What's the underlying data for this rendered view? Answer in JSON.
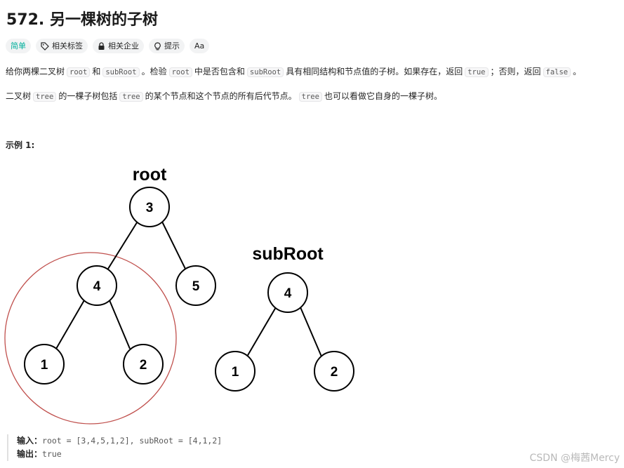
{
  "problem": {
    "title": "572. 另一棵树的子树"
  },
  "tags": {
    "difficulty": "简单",
    "related_tags": "相关标签",
    "related_companies": "相关企业",
    "hint": "提示",
    "font": "Aa"
  },
  "description": {
    "p1": {
      "t1": "给你两棵二叉树",
      "c1": "root",
      "t2": "和",
      "c2": "subRoot",
      "t3": "。检验",
      "c3": "root",
      "t4": "中是否包含和",
      "c4": "subRoot",
      "t5": "具有相同结构和节点值的子树。如果存在，返回",
      "c5": "true",
      "t6": "；否则，返回",
      "c6": "false",
      "t7": "。"
    },
    "p2": {
      "t1": "二叉树",
      "c1": "tree",
      "t2": "的一棵子树包括",
      "c2": "tree",
      "t3": "的某个节点和这个节点的所有后代节点。",
      "c3": "tree",
      "t4": "也可以看做它自身的一棵子树。"
    }
  },
  "example": {
    "title": "示例 1:",
    "figure": {
      "root_title": "root",
      "subroot_title": "subRoot",
      "root_nodes": [
        "3",
        "4",
        "5",
        "1",
        "2"
      ],
      "subroot_nodes": [
        "4",
        "1",
        "2"
      ],
      "highlight_color": "#c0504d"
    },
    "input_label": "输入：",
    "input_value": "root = [3,4,5,1,2], subRoot = [4,1,2]",
    "output_label": "输出：",
    "output_value": "true"
  },
  "watermark": "CSDN @梅茜Mercy",
  "colors": {
    "easy": "#00af9b",
    "text": "#262626",
    "code_bg": "#f7f7f8"
  }
}
